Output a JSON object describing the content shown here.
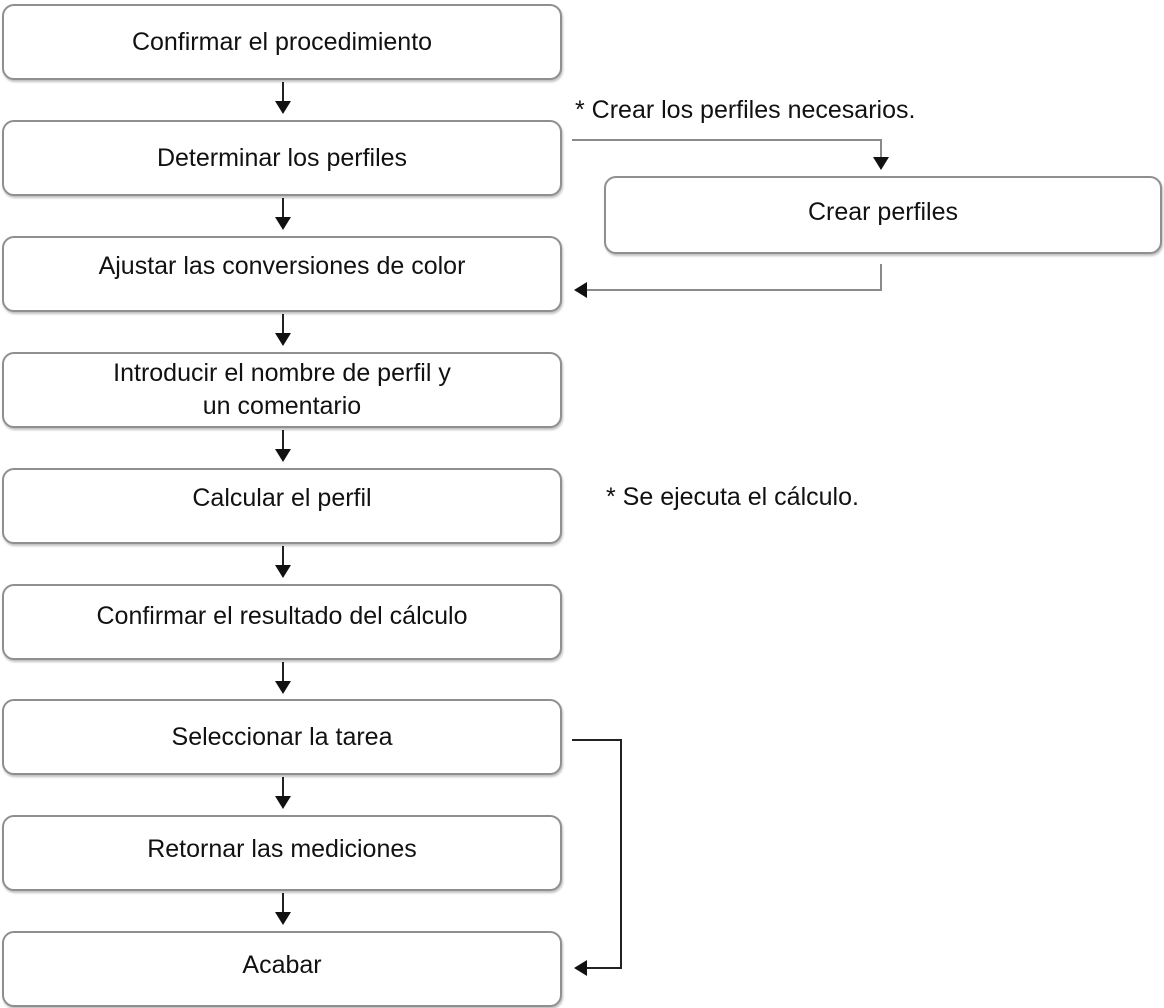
{
  "steps": [
    {
      "id": "confirm-procedure",
      "text": "Confirmar el procedimiento"
    },
    {
      "id": "determine-profiles",
      "text": "Determinar los perfiles"
    },
    {
      "id": "adjust-color-conversions",
      "text": "Ajustar las conversiones de color"
    },
    {
      "id": "enter-profile-name",
      "lines": [
        "Introducir el nombre de perfil y",
        "un comentario"
      ]
    },
    {
      "id": "calculate-profile",
      "text": "Calcular el perfil"
    },
    {
      "id": "confirm-result",
      "text": "Confirmar el resultado del cálculo"
    },
    {
      "id": "select-task",
      "text": "Seleccionar la tarea"
    },
    {
      "id": "return-measurements",
      "text": "Retornar las mediciones"
    },
    {
      "id": "finish",
      "text": "Acabar"
    }
  ],
  "side_step": {
    "id": "create-profiles",
    "text": "Crear perfiles"
  },
  "notes": {
    "create_profiles": "* Crear los perfiles necesarios.",
    "calculation": "* Se ejecuta el cálculo."
  }
}
